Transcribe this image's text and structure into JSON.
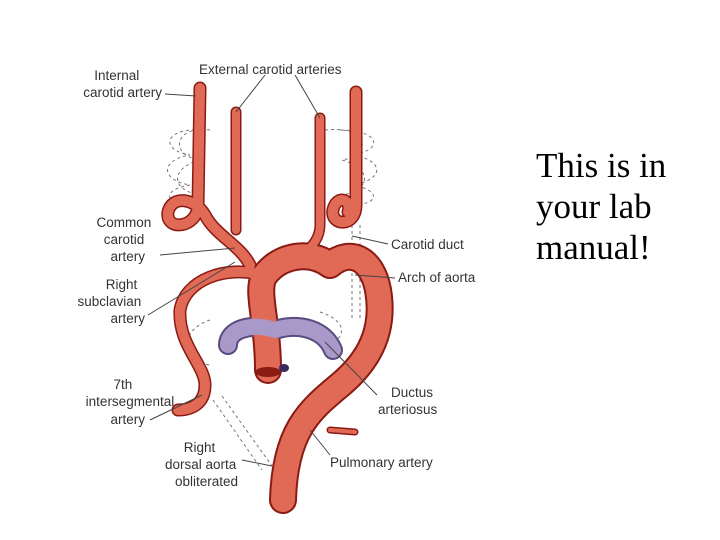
{
  "labels": {
    "internal_carotid": [
      "Internal",
      "carotid artery"
    ],
    "external_carotid": "External carotid arteries",
    "common_carotid": [
      "Common",
      "carotid",
      "artery"
    ],
    "right_subclavian": [
      "Right",
      "subclavian",
      "artery"
    ],
    "intersegmental": [
      "7th",
      "intersegmental",
      "artery"
    ],
    "dorsal_aorta": [
      "Right",
      "dorsal aorta",
      "obliterated"
    ],
    "carotid_duct": "Carotid duct",
    "arch_of_aorta": "Arch of aorta",
    "ductus_arteriosus": [
      "Ductus",
      "arteriosus"
    ],
    "pulmonary_artery": "Pulmonary artery"
  },
  "note": [
    "This is in",
    "your lab",
    "manual!"
  ],
  "colors": {
    "artery": "#e06a55",
    "artery_outline": "#8a1a14",
    "pulmonary": "#a999c8",
    "pulmonary_outline": "#5a4a80",
    "label_text": "#333333",
    "note_text": "#000000"
  }
}
